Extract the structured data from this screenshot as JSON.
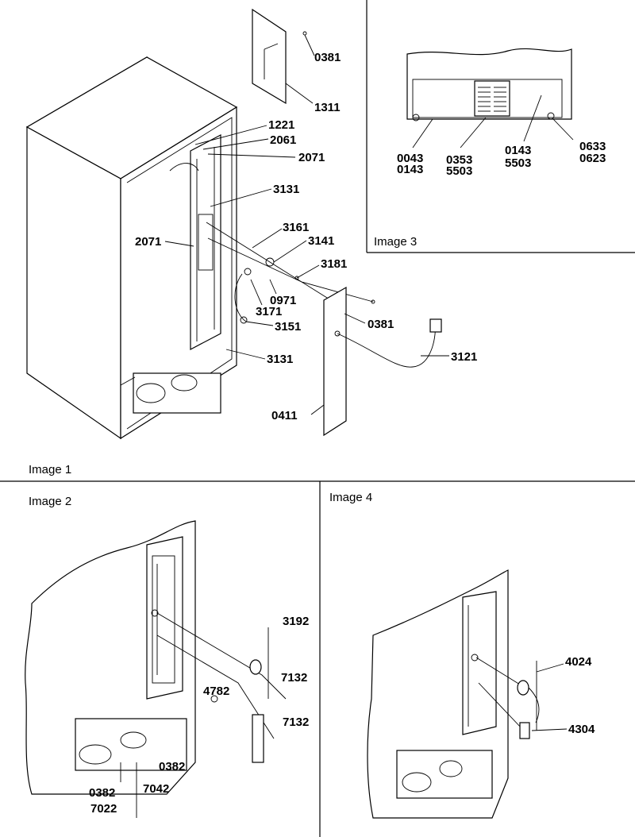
{
  "panels": [
    {
      "id": "image1",
      "caption": "Image 1"
    },
    {
      "id": "image2",
      "caption": "Image 2"
    },
    {
      "id": "image3",
      "caption": "Image 3"
    },
    {
      "id": "image4",
      "caption": "Image 4"
    }
  ],
  "callouts": {
    "image1": [
      "0381",
      "1311",
      "1221",
      "2061",
      "2071",
      "3131",
      "2071",
      "3161",
      "3141",
      "3181",
      "0971",
      "3171",
      "3151",
      "0381",
      "3121",
      "3131",
      "0411"
    ],
    "image2": [
      "3192",
      "7132",
      "4782",
      "7132",
      "0382",
      "0382",
      "7042",
      "7022"
    ],
    "image3": [
      "0043",
      "0143",
      "0353",
      "5503",
      "0143",
      "5503",
      "0633",
      "0623"
    ],
    "image4": [
      "4024",
      "4304"
    ]
  }
}
